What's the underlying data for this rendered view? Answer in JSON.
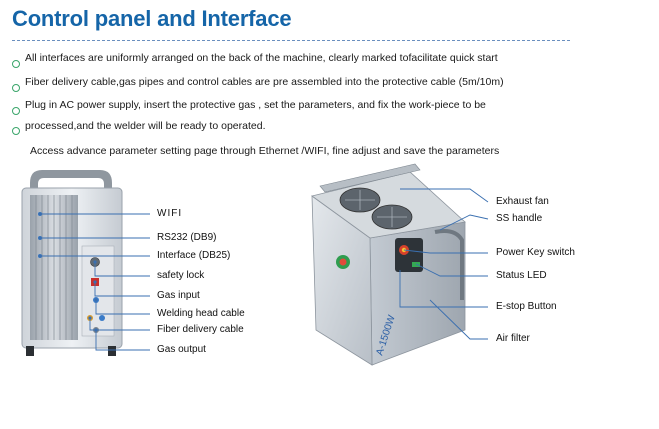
{
  "title": "Control panel and Interface",
  "bullets": [
    "All interfaces are uniformly arranged on the back of the machine, clearly marked tofacilitate quick start",
    "Fiber delivery cable,gas pipes  and control cables are pre assembled into the protective cable (5m/10m)",
    "Plug in  AC power supply, insert the protective gas , set the parameters, and fix the work-piece to be",
    "processed,and the welder will be ready to operated."
  ],
  "access_note": "Access advance parameter setting page through Ethernet /WIFI, fine adjust and save the parameters",
  "left_callouts": [
    "WIFI",
    "RS232 (DB9)",
    "Interface (DB25)",
    "safety lock",
    "Gas input",
    "Welding head cable",
    "Fiber delivery cable",
    "Gas output"
  ],
  "right_callouts": [
    "Exhaust fan",
    "SS handle",
    "Power Key switch",
    "Status LED",
    "E-stop Button",
    "Air filter"
  ],
  "machine_model": "A-1500W"
}
